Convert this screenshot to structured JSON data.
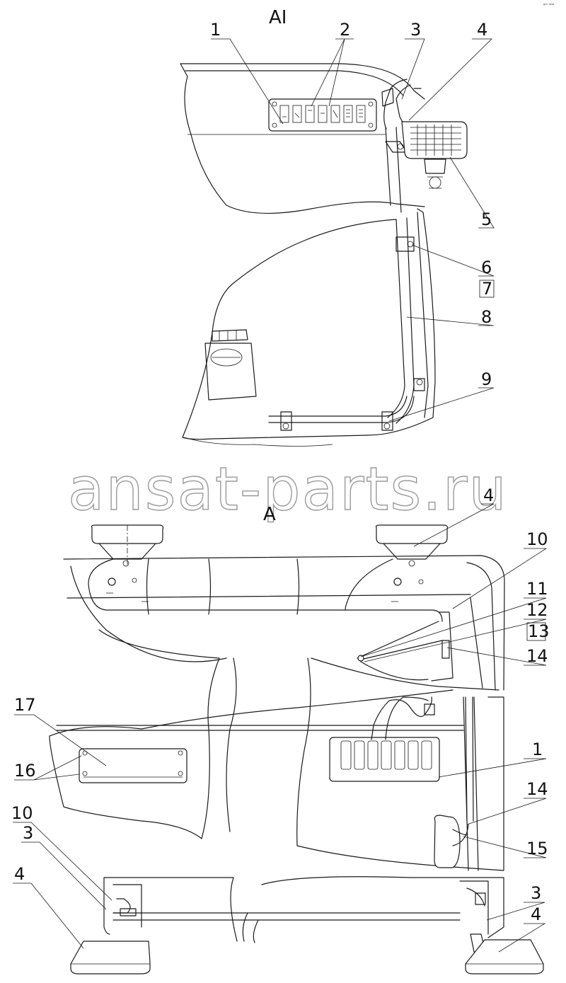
{
  "view_labels": {
    "top": "AI",
    "bottom": "A"
  },
  "corner_mark": "ᵍᵐ ᵃᵃᵃ",
  "watermark": "ansat-parts.ru",
  "callouts_top": {
    "c1": "1",
    "c2": "2",
    "c3": "3",
    "c4": "4",
    "c5": "5",
    "c6": "6",
    "c7": "7",
    "c8": "8",
    "c9": "9"
  },
  "callouts_bottom": {
    "c4": "4",
    "c10": "10",
    "c11": "11",
    "c12": "12",
    "c13": "13",
    "c14a": "14",
    "c1": "1",
    "c14b": "14",
    "c15": "15",
    "c17": "17",
    "c16": "16",
    "c10b": "10",
    "c3a": "3",
    "c4a": "4",
    "c3b": "3",
    "c4b": "4"
  },
  "colors": {
    "line": "#1a1a1a",
    "watermark_outline": "#9a9a9a",
    "background": "#ffffff"
  }
}
